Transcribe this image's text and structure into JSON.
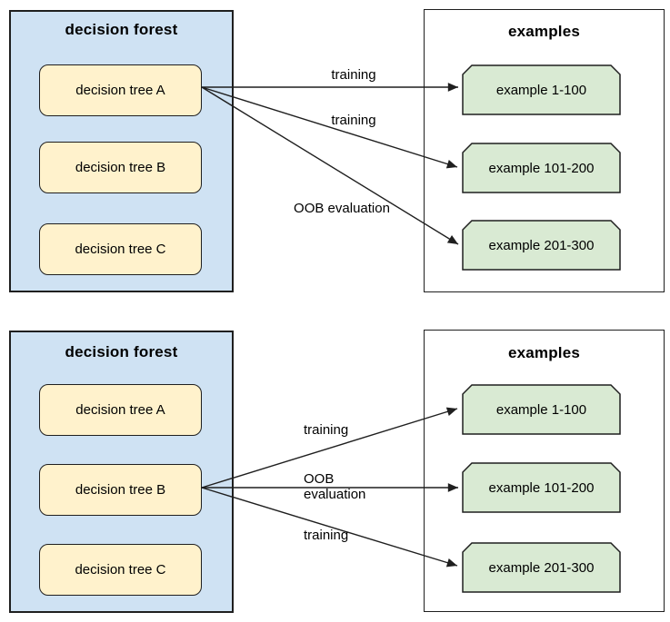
{
  "diagram": {
    "panels": [
      {
        "forest": {
          "title": "decision forest",
          "trees": [
            {
              "label": "decision tree A"
            },
            {
              "label": "decision tree B"
            },
            {
              "label": "decision tree C"
            }
          ]
        },
        "examples": {
          "title": "examples",
          "items": [
            {
              "label": "example 1-100"
            },
            {
              "label": "example 101-200"
            },
            {
              "label": "example 201-300"
            }
          ]
        },
        "arrows": [
          {
            "label": "training"
          },
          {
            "label": "training"
          },
          {
            "label": "OOB evaluation"
          }
        ]
      },
      {
        "forest": {
          "title": "decision forest",
          "trees": [
            {
              "label": "decision tree A"
            },
            {
              "label": "decision tree B"
            },
            {
              "label": "decision tree C"
            }
          ]
        },
        "examples": {
          "title": "examples",
          "items": [
            {
              "label": "example 1-100"
            },
            {
              "label": "example 101-200"
            },
            {
              "label": "example 201-300"
            }
          ]
        },
        "arrows": [
          {
            "label": "training"
          },
          {
            "label": "OOB\nevaluation"
          },
          {
            "label": "training"
          }
        ]
      }
    ],
    "colors": {
      "forest_fill": "#cfe2f3",
      "tree_fill": "#fff2cc",
      "example_fill": "#d9ead3",
      "examples_fill": "#ffffff",
      "line": "#1f1f1f",
      "text": "#000000"
    }
  }
}
